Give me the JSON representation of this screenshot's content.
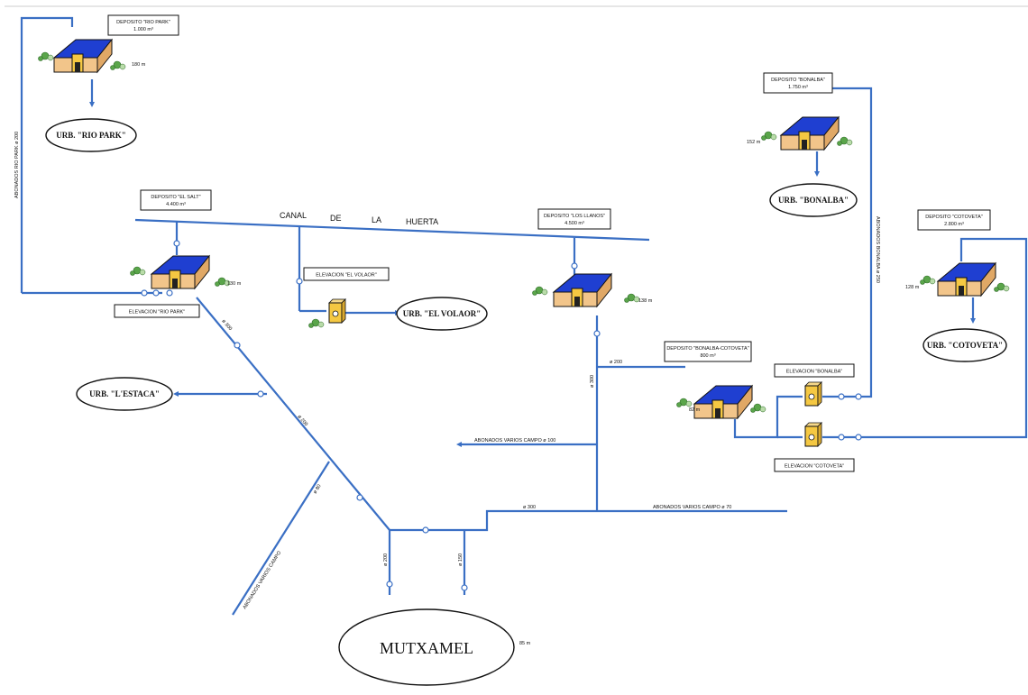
{
  "deposits": {
    "rio_park": {
      "name": "DEPOSITO \"RIO PARK\"",
      "capacity": "1.000 m³",
      "elevation": "180 m"
    },
    "el_salt": {
      "name": "DEPOSITO \"EL SALT\"",
      "capacity": "4.400 m³",
      "elevation": "130 m"
    },
    "los_llanos": {
      "name": "DEPOSITO \"LOS LLANOS\"",
      "capacity": "4.500 m³",
      "elevation": "138 m"
    },
    "bonalba": {
      "name": "DEPOSITO \"BONALBA\"",
      "capacity": "1.750 m³",
      "elevation": "152 m"
    },
    "cotoveta": {
      "name": "DEPOSITO \"COTOVETA\"",
      "capacity": "2.800 m³",
      "elevation": "128 m"
    },
    "bonalba_cotoveta": {
      "name": "DEPOSITO \"BONALBA-COTOVETA\"",
      "capacity": "800 m³",
      "elevation": "82 m"
    }
  },
  "elevations": {
    "rio_park": "ELEVACION \"RIO PARK\"",
    "el_volaor": "ELEVACION \"EL VOLAOR\"",
    "bonalba": "ELEVACION \"BONALBA\"",
    "cotoveta": "ELEVACION \"COTOVETA\""
  },
  "urbanizations": {
    "rio_park": "URB. \"RIO PARK\"",
    "bonalba": "URB. \"BONALBA\"",
    "el_volaor": "URB. \"EL VOLAOR\"",
    "cotoveta": "URB. \"COTOVETA\"",
    "l_estaca": "URB. \"L'ESTACA\""
  },
  "town": {
    "name": "MUTXAMEL",
    "elevation": "85 m"
  },
  "canal": {
    "w1": "CANAL",
    "w2": "DE",
    "w3": "LA",
    "w4": "HUERTA"
  },
  "pipes": {
    "rio_park_feed": "ABONADOS RIO PARK ø 200",
    "salt_main_top": "ø 300",
    "salt_main_mid": "ø 200",
    "estaca_branch": "ø 80",
    "varios_sw": "ABONADOS VARIOS CAMPO",
    "llanos_down": "ø 300",
    "llanos_right": "ø 200",
    "varios_campo_100": "ABONADOS VARIOS CAMPO ø 100",
    "main_300": "ø 300",
    "varios_campo_70": "ABONADOS VARIOS CAMPO ø 70",
    "mutxamel_left": "ø 200",
    "mutxamel_right": "ø 150",
    "bonalba_feed": "ABONADOS BONALBA ø 250"
  },
  "colors": {
    "pipe": "#3a6fc4",
    "roof": "#1f3fd1",
    "wall": "#f2c58a",
    "pump": "#f5c842",
    "vegetation": "#5aa54a"
  }
}
